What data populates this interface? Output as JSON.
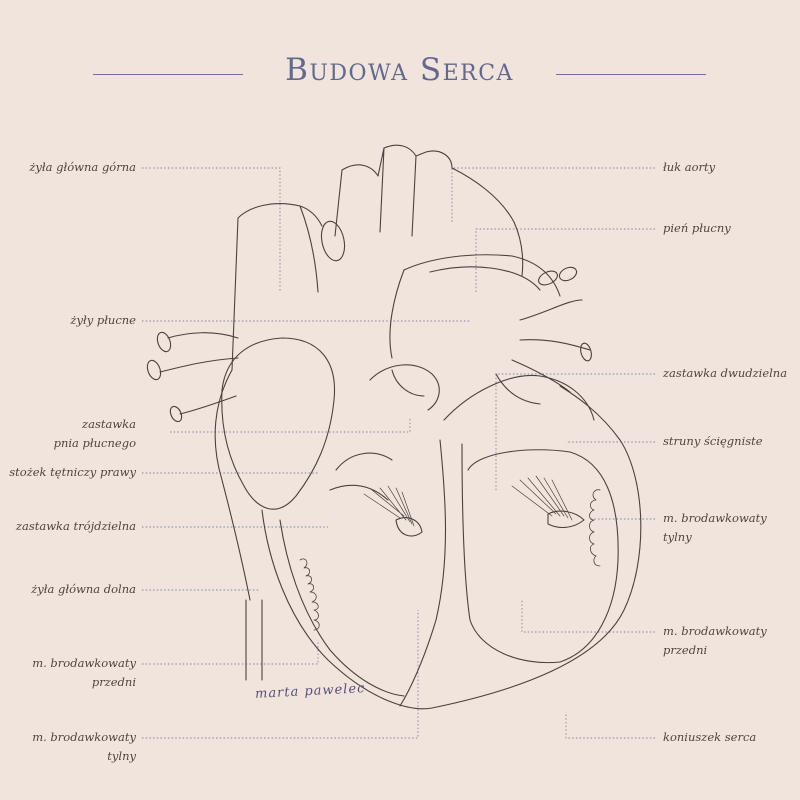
{
  "title": "Budowa Serca",
  "signature": "marta pawelec",
  "colors": {
    "background": "#f1e4dc",
    "accent": "#636890",
    "line": "#4a4240",
    "leader": "#7c82a8"
  },
  "labels_left": [
    "żyła główna górna",
    "żyły płucne",
    "zastawka\npnia płucnego",
    "stożek tętniczy prawy",
    "zastawka trójdzielna",
    "żyła główna dolna",
    "m. brodawkowaty\nprzedni",
    "m. brodawkowaty\ntylny"
  ],
  "labels_right": [
    "łuk aorty",
    "pień płucny",
    "zastawka dwudzielna",
    "struny ścięgniste",
    "m. brodawkowaty\ntylny",
    "m. brodawkowaty\nprzedni",
    "koniuszek serca"
  ]
}
